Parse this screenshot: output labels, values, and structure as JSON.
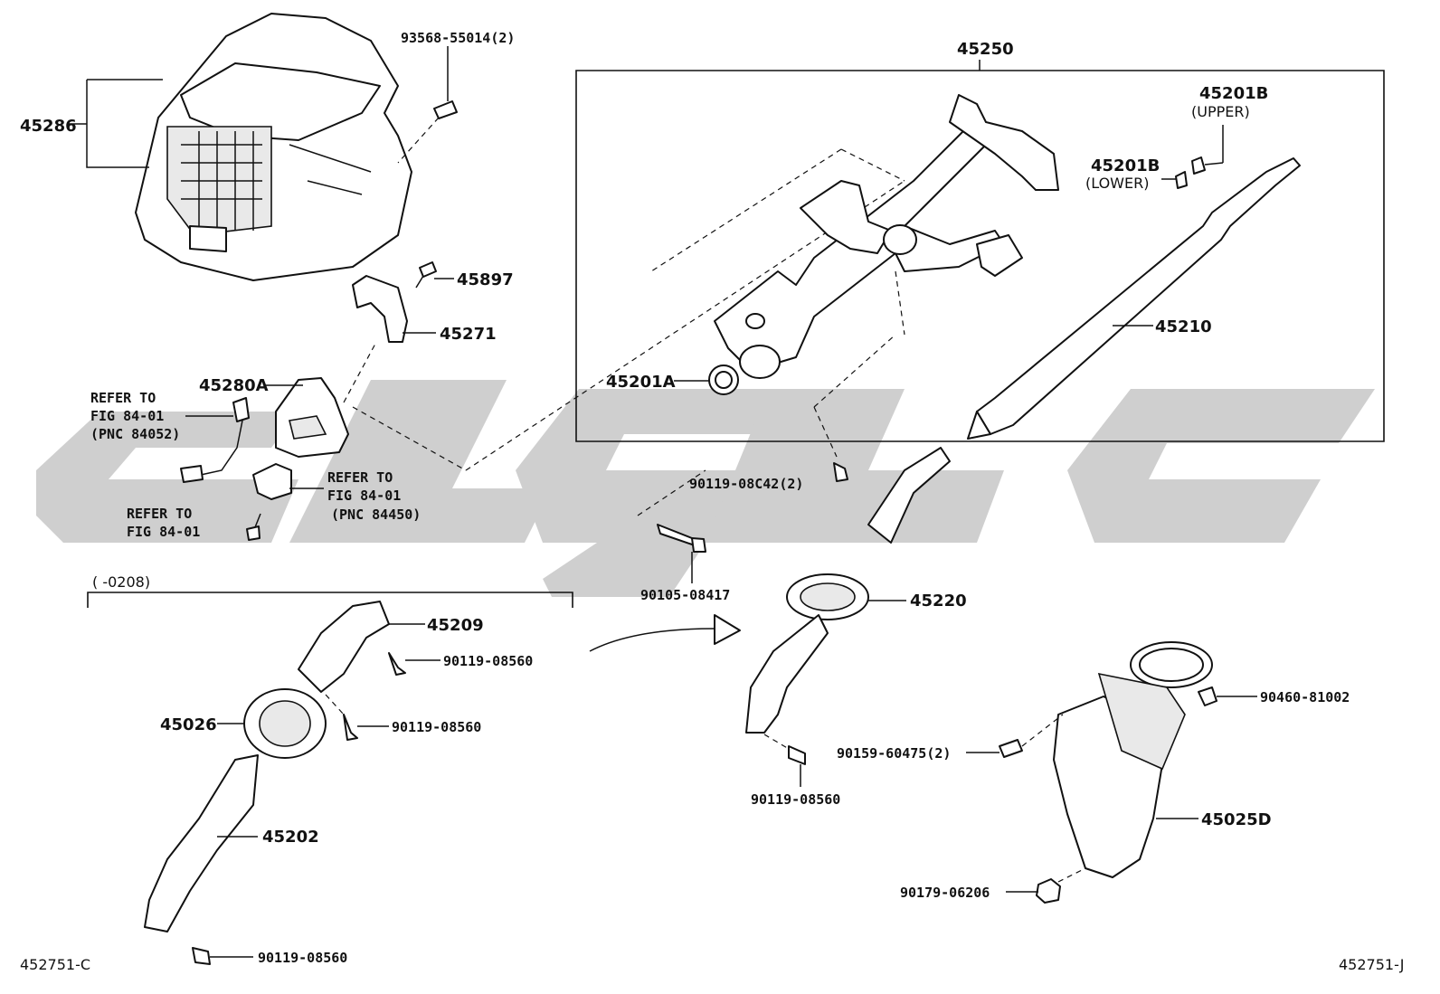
{
  "parts": {
    "p45286": "45286",
    "p93568": "93568-55014(2)",
    "p45897": "45897",
    "p45271": "45271",
    "p45280A": "45280A",
    "p45250": "45250",
    "p45201B_upper": "45201B",
    "p45201B_upper_note": "(UPPER)",
    "p45201B_lower": "45201B",
    "p45201B_lower_note": "(LOWER)",
    "p45210": "45210",
    "p45201A": "45201A",
    "p90119_08C42": "90119-08C42(2)",
    "p90105": "90105-08417",
    "p45220": "45220",
    "p45209": "45209",
    "p90119_08560_a": "90119-08560",
    "p90119_08560_b": "90119-08560",
    "p45026": "45026",
    "p45202": "45202",
    "p90119_08560_c": "90119-08560",
    "p90119_08560_d": "90119-08560",
    "p90460": "90460-81002",
    "p90159": "90159-60475(2)",
    "p45025D": "45025D",
    "p90179": "90179-06206",
    "range_note": "(    -0208)"
  },
  "refs": {
    "r1_line1": "REFER TO",
    "r1_line2": "FIG 84-01",
    "r1_line3": "(PNC 84052)",
    "r2_line1": "REFER TO",
    "r2_line2": "FIG 84-01",
    "r2_line3": "(PNC 84450)",
    "r3_line1": "REFER TO",
    "r3_line2": "FIG 84-01"
  },
  "footer": {
    "left_code": "452751-C",
    "right_code": "452751-J"
  },
  "colors": {
    "line": "#111111",
    "watermark": "#cfcfcf",
    "background": "#ffffff"
  }
}
